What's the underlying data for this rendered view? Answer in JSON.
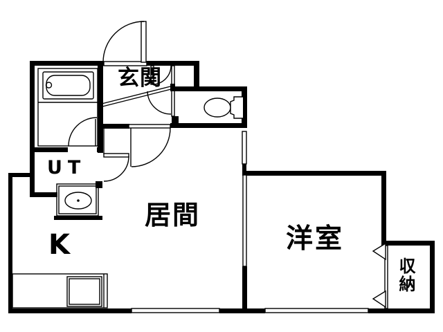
{
  "page": {
    "background_color": "#ffffff",
    "wall_color": "#000000"
  },
  "rooms": {
    "entrance": {
      "label": "玄関"
    },
    "utility": {
      "label": "UT"
    },
    "living_room": {
      "label": "居間"
    },
    "kitchen": {
      "label": "K"
    },
    "western_room": {
      "label": "洋室"
    },
    "storage": {
      "label": "収納"
    }
  }
}
